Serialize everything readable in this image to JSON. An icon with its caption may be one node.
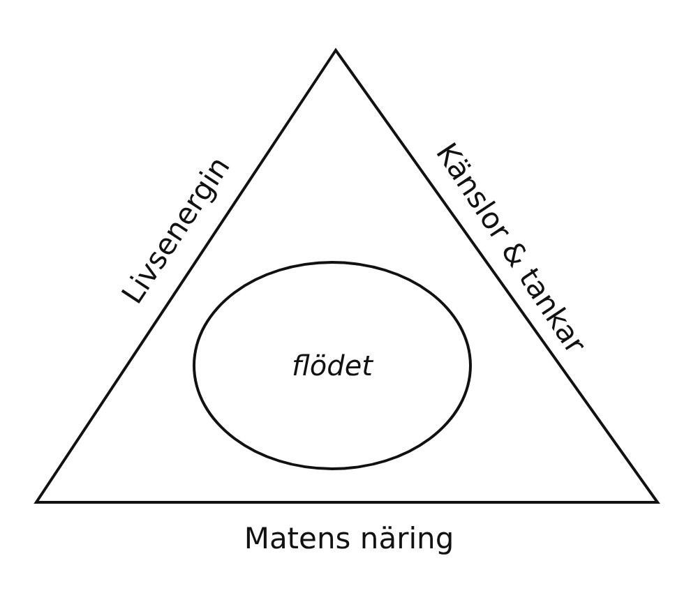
{
  "diagram": {
    "nodes": [
      {
        "text": [],
        "shape": "triangle"
      },
      {
        "text": [
          "flödet"
        ],
        "in": 0
      }
    ],
    "edges": [],
    "labels": [
      "Livsenergin",
      "Känslor & tankar",
      "Matens näring"
    ]
  }
}
